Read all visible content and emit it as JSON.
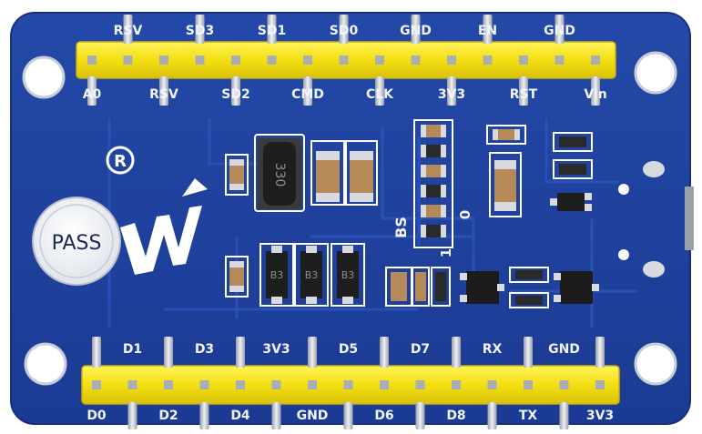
{
  "board": {
    "pcb_color": "#1f3f9a",
    "pcb_edge_color": "#16307c",
    "header_color": "#f6e51a",
    "pin_color": "#c9ccd2",
    "top_labels_above": [
      "RSV",
      "SD3",
      "SD1",
      "SD0",
      "GND",
      "EN",
      "GND"
    ],
    "top_labels_below": [
      "A0",
      "RSV",
      "SD2",
      "CMD",
      "CLK",
      "3V3",
      "RST",
      "Vin"
    ],
    "bottom_labels_above": [
      "D1",
      "D3",
      "3V3",
      "D5",
      "D7",
      "RX",
      "GND"
    ],
    "bottom_labels_below": [
      "D0",
      "D2",
      "D4",
      "GND",
      "D6",
      "D8",
      "TX",
      "3V3"
    ],
    "sticker_text": "PASS",
    "bs_label": "BS",
    "bs_options": [
      "1",
      "0"
    ],
    "inductor_code": "330",
    "diode_code": "B3",
    "registered_mark": "R"
  }
}
